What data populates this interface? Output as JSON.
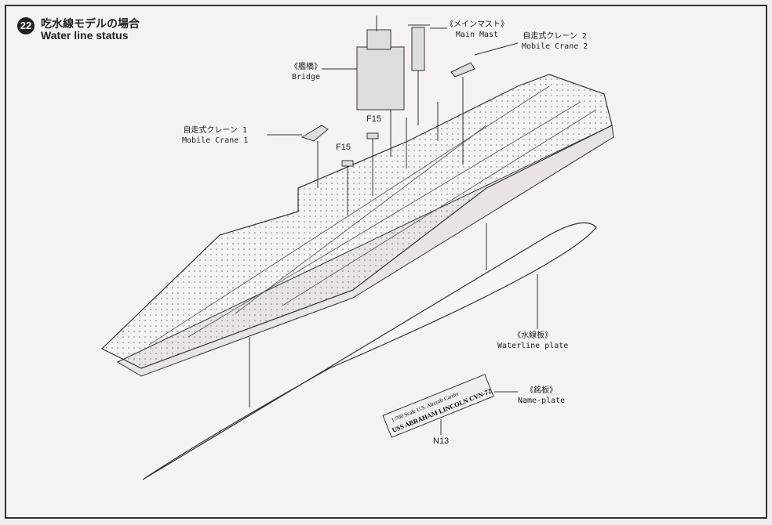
{
  "step": {
    "number": "22",
    "title_jp": "吃水線モデルの場合",
    "title_en": "Water line status"
  },
  "labels": {
    "main_mast": {
      "jp": "《メインマスト》",
      "en": "Main Mast"
    },
    "crane2": {
      "jp": "自走式クレーン 2",
      "en": "Mobile Crane 2"
    },
    "bridge": {
      "jp": "《艦橋》",
      "en": "Bridge"
    },
    "crane1": {
      "jp": "自走式クレーン 1",
      "en": "Mobile Crane 1"
    },
    "f15_a": "F15",
    "f15_b": "F15",
    "waterline": {
      "jp": "《水線板》",
      "en": "Waterline plate"
    },
    "nameplate": {
      "jp": "《銘板》",
      "en": "Name-plate"
    },
    "part_n13": "N13"
  },
  "nameplate_text": {
    "line1": "1/700 Scale U.S. Aircraft Carrier",
    "line2": "USS ABRAHAM LINCOLN CVN-72"
  }
}
